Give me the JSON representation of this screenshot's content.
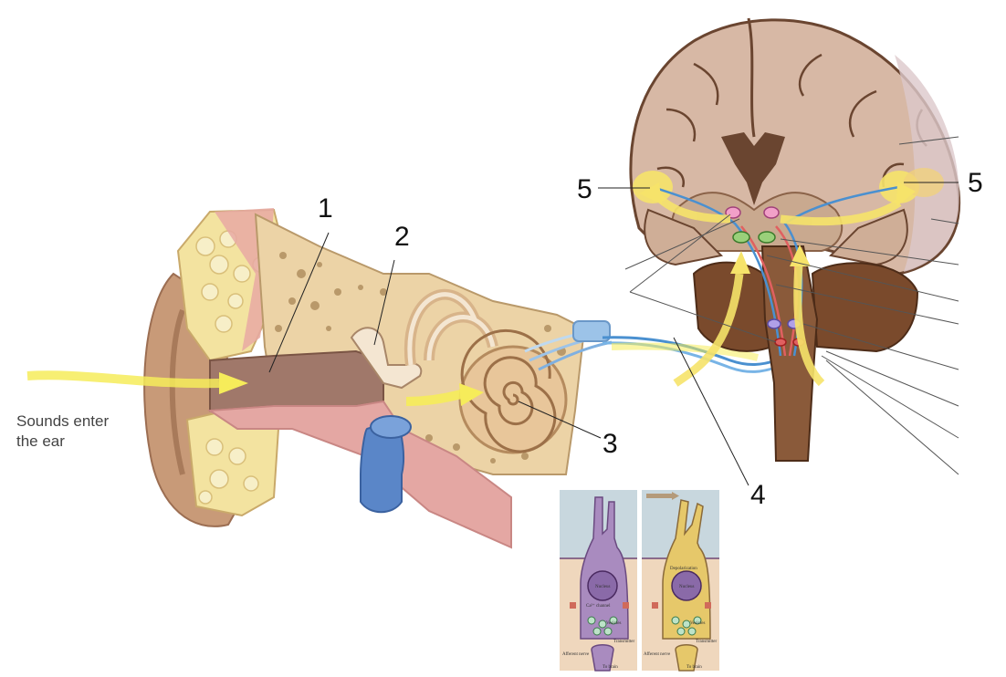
{
  "caption": {
    "line1": "Sounds enter",
    "line2": "the ear"
  },
  "callouts": [
    {
      "id": "1",
      "text": "1"
    },
    {
      "id": "2",
      "text": "2"
    },
    {
      "id": "3",
      "text": "3"
    },
    {
      "id": "4",
      "text": "4"
    },
    {
      "id": "5-left",
      "text": "5"
    },
    {
      "id": "5-right",
      "text": "5"
    }
  ],
  "inset": {
    "left_panel": {
      "nucleus": "Nucleus",
      "channel": "Ca²⁺ channel",
      "vesicles": "Vesicles",
      "transmitter": "Transmitter",
      "afferent": "Afferent nerve",
      "to_brain": "To brain"
    },
    "right_panel": {
      "depolarization": "Depolarization",
      "nucleus": "Nucleus",
      "vesicles": "Vesicles",
      "transmitter": "Transmitter",
      "afferent": "Afferent nerve",
      "to_brain": "To brain"
    }
  },
  "colors": {
    "skin": "#c89a78",
    "bone": "#ecd3a6",
    "fat": "#f3e3a0",
    "canal": "#a0786a",
    "sound_arrow": "#f6ec5a",
    "cortex": "#d7b8a5",
    "brainstem": "#8a5a3a",
    "cerebellum": "#7a4a2c",
    "vessel": "#5a86c8",
    "inset_left": "#a98bbf",
    "inset_right": "#e6c86a",
    "inset_bg": "#c8d7de"
  }
}
